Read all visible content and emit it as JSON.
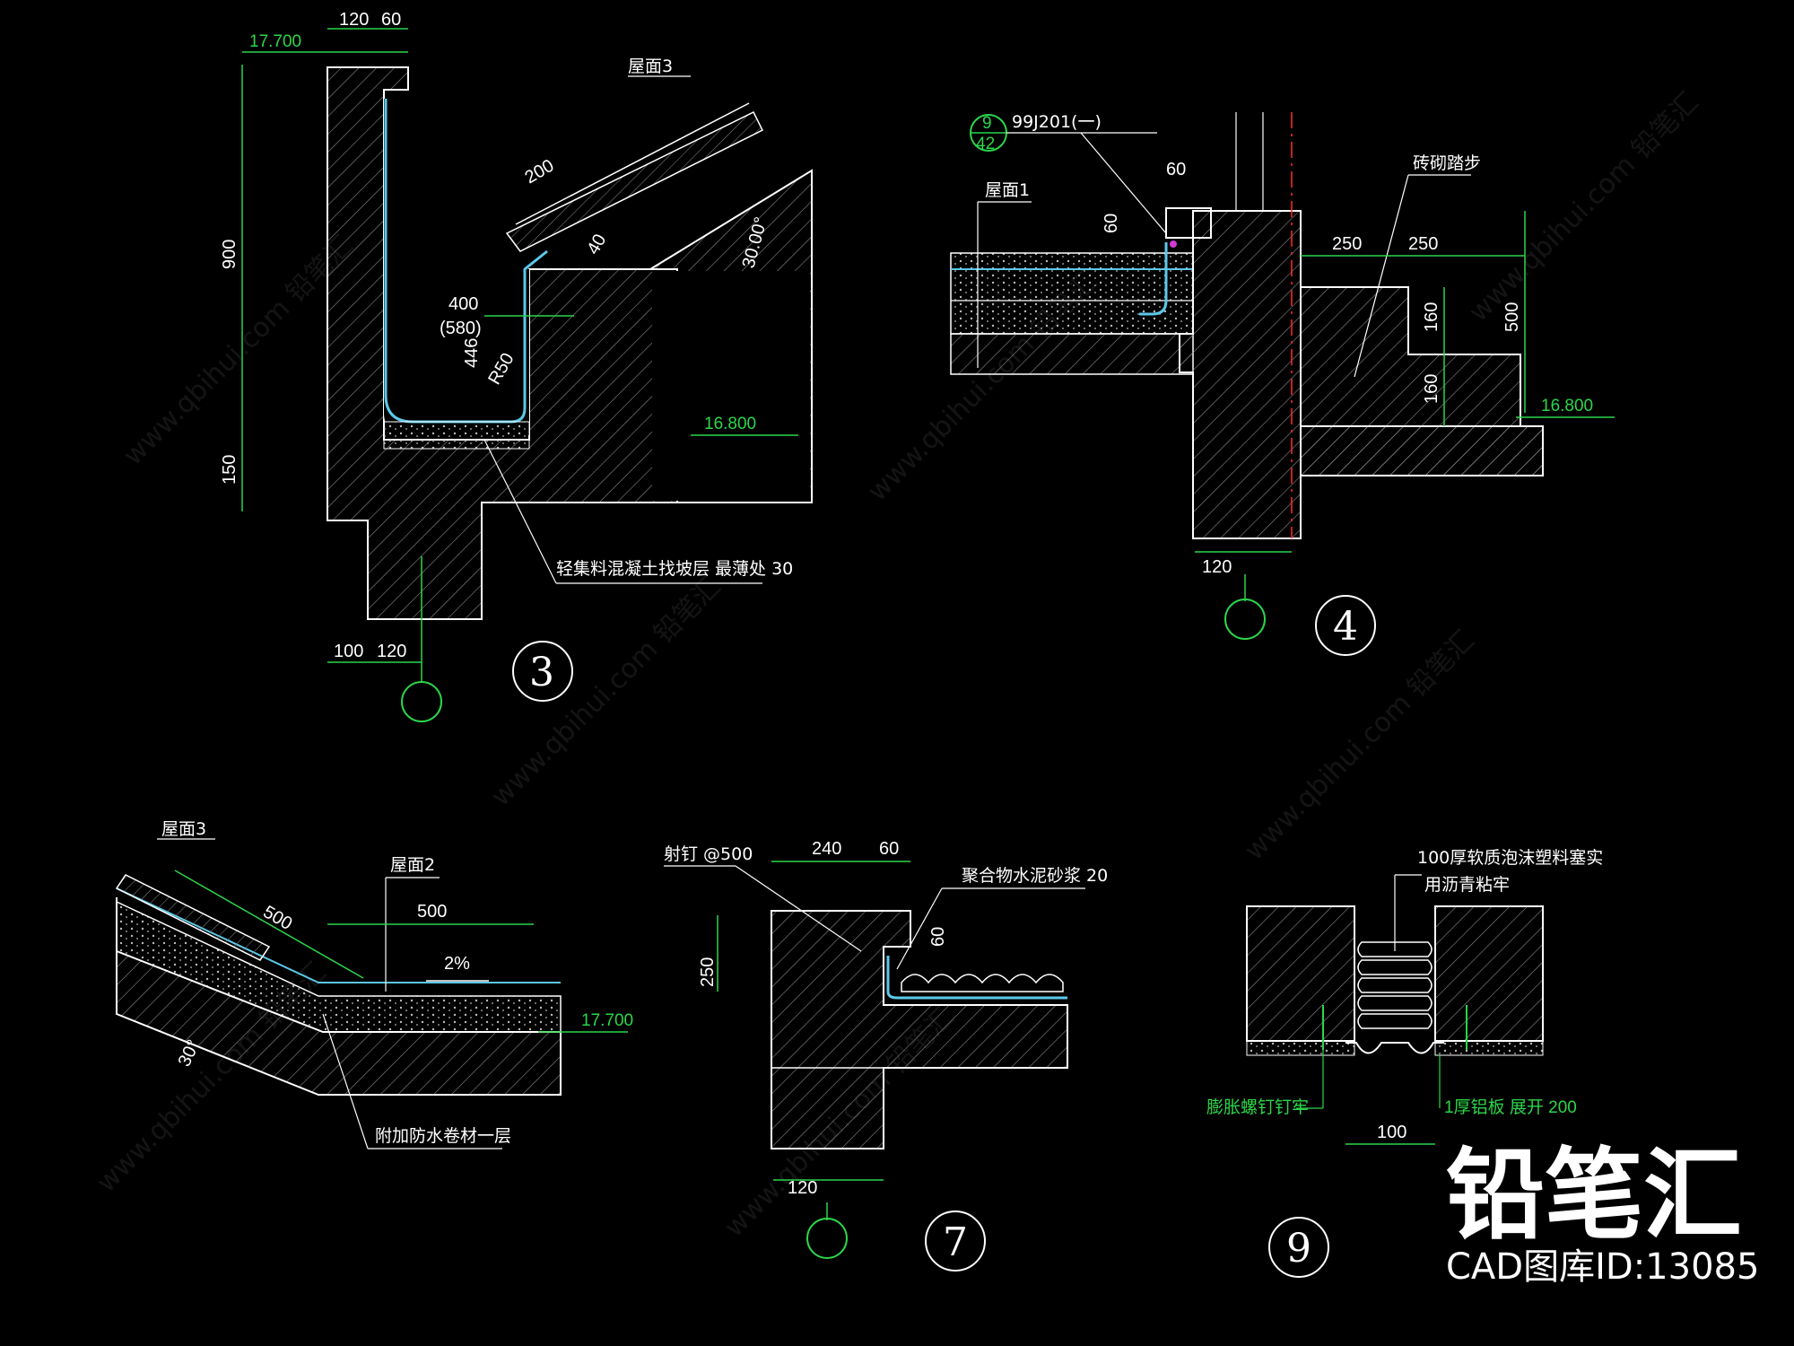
{
  "details": {
    "d3": {
      "number": "3",
      "elevation_top": "17.700",
      "elevation_bottom": "16.800",
      "dims": [
        "120",
        "60",
        "900",
        "150",
        "200",
        "40",
        "400",
        "(580)",
        "446",
        "R50",
        "100",
        "120",
        "30.00°"
      ],
      "roof_label": "屋面3",
      "note": "轻集料混凝土找坡层 最薄处 30"
    },
    "d4": {
      "number": "4",
      "ref_top": "9",
      "ref_bottom": "42",
      "std": "99J201(一)",
      "roof_label": "屋面1",
      "step_label": "砖砌踏步",
      "elevation": "16.800",
      "dims": [
        "60",
        "60",
        "250",
        "250",
        "160",
        "160",
        "500",
        "120"
      ]
    },
    "d_slope": {
      "roof3": "屋面3",
      "roof2": "屋面2",
      "dims": [
        "500",
        "500"
      ],
      "slope": "2%",
      "angle": "30°",
      "elevation": "17.700",
      "note": "附加防水卷材一层"
    },
    "d7": {
      "number": "7",
      "nail_label": "射钉 @500",
      "mortar_label": "聚合物水泥砂浆 20",
      "dims": [
        "240",
        "60",
        "60",
        "250",
        "120"
      ]
    },
    "d9": {
      "number": "9",
      "fill_label_1": "100厚软质泡沫塑料塞实",
      "fill_label_2": "用沥青粘牢",
      "bolt_label": "膨胀螺钉钉牢",
      "plate_label": "1厚铝板 展开 200",
      "dims": [
        "100"
      ]
    }
  },
  "watermark": "www.qbihui.com 铅笔汇",
  "brand": {
    "logo_text": "铅笔汇",
    "id_text": "CAD图库ID:13085"
  },
  "colors": {
    "background": "#000000",
    "outline": "#ffffff",
    "dimension": "#2bd64a",
    "hatch": "#9a9a9a",
    "membrane": "#5bc8e8",
    "axis": "#ff2a2a"
  }
}
